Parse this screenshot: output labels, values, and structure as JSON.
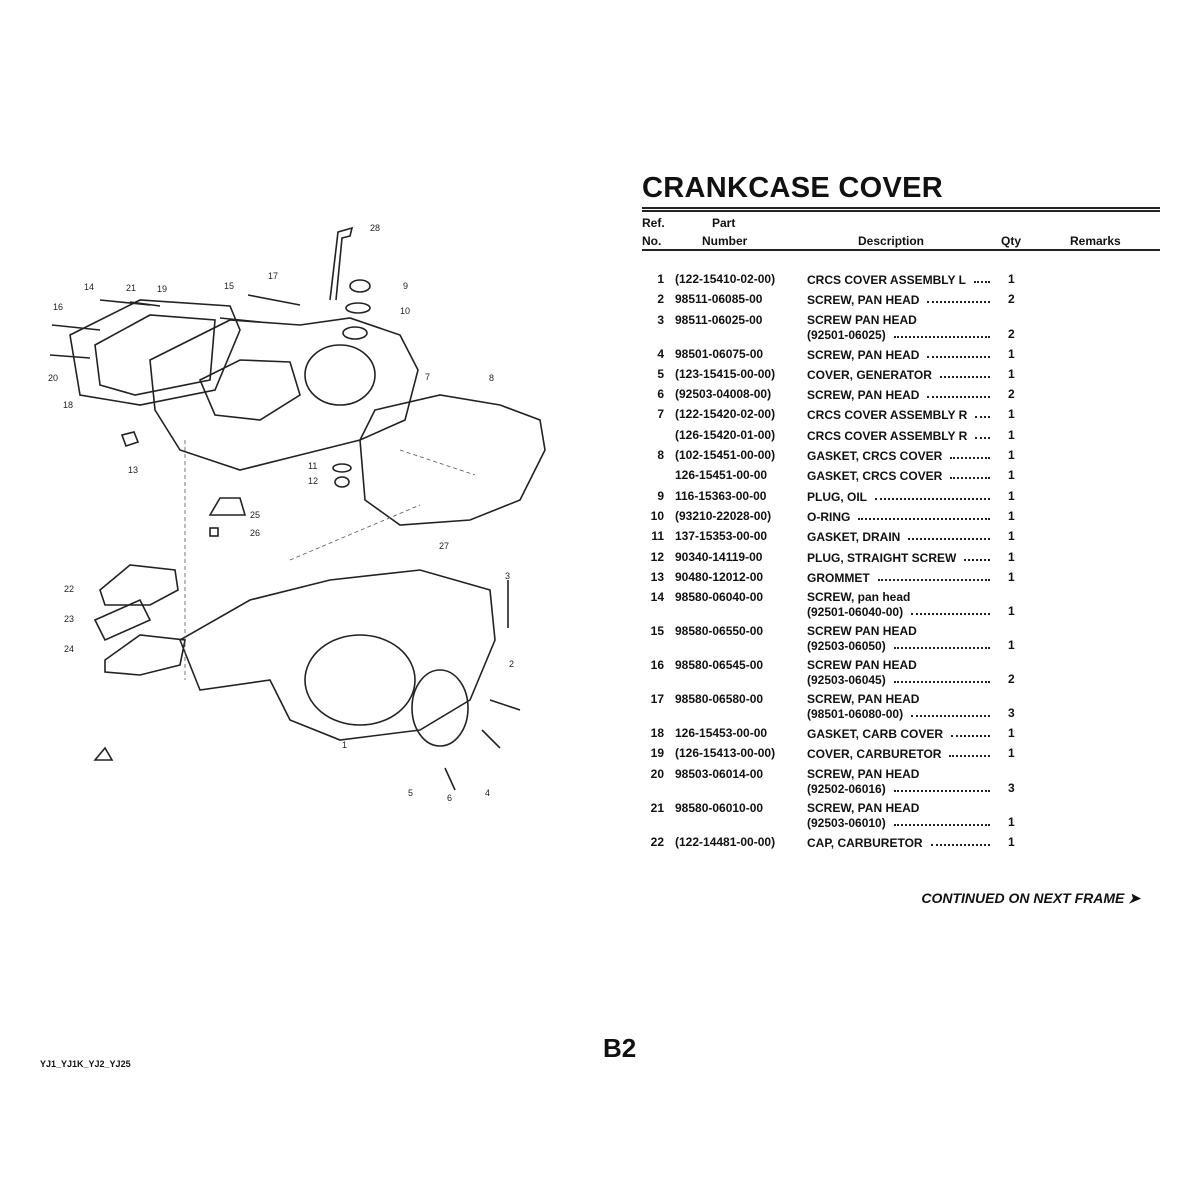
{
  "title": "CRANKCASE COVER",
  "headers": {
    "ref_1": "Ref.",
    "ref_2": "No.",
    "part_1": "Part",
    "part_2": "Number",
    "description": "Description",
    "qty": "Qty",
    "remarks": "Remarks"
  },
  "rows": [
    {
      "ref": "1",
      "part": "(122-15410-02-00)",
      "desc": "CRCS COVER ASSEMBLY L",
      "qty": "1"
    },
    {
      "ref": "2",
      "part": "98511-06085-00",
      "desc": "SCREW, PAN HEAD",
      "qty": "2"
    },
    {
      "ref": "3",
      "part": "98511-06025-00",
      "desc": "SCREW PAN HEAD",
      "desc2": "(92501-06025)",
      "qty": "2"
    },
    {
      "ref": "4",
      "part": "98501-06075-00",
      "desc": "SCREW, PAN HEAD",
      "qty": "1"
    },
    {
      "ref": "5",
      "part": "(123-15415-00-00)",
      "desc": "COVER, GENERATOR",
      "qty": "1"
    },
    {
      "ref": "6",
      "part": "(92503-04008-00)",
      "desc": "SCREW, PAN HEAD",
      "qty": "2"
    },
    {
      "ref": "7",
      "part": "(122-15420-02-00)",
      "desc": "CRCS COVER ASSEMBLY R",
      "qty": "1"
    },
    {
      "ref": "",
      "part": "(126-15420-01-00)",
      "desc": "CRCS COVER ASSEMBLY R",
      "qty": "1"
    },
    {
      "ref": "8",
      "part": "(102-15451-00-00)",
      "desc": "GASKET, CRCS COVER",
      "qty": "1"
    },
    {
      "ref": "",
      "part": "126-15451-00-00",
      "desc": "GASKET, CRCS COVER",
      "qty": "1"
    },
    {
      "ref": "9",
      "part": "116-15363-00-00",
      "desc": "PLUG, OIL",
      "qty": "1"
    },
    {
      "ref": "10",
      "part": "(93210-22028-00)",
      "desc": "O-RING",
      "qty": "1"
    },
    {
      "ref": "11",
      "part": "137-15353-00-00",
      "desc": "GASKET, DRAIN",
      "qty": "1"
    },
    {
      "ref": "12",
      "part": "90340-14119-00",
      "desc": "PLUG, STRAIGHT SCREW",
      "qty": "1"
    },
    {
      "ref": "13",
      "part": "90480-12012-00",
      "desc": "GROMMET",
      "qty": "1"
    },
    {
      "ref": "14",
      "part": "98580-06040-00",
      "desc": "SCREW, pan head",
      "desc2": "(92501-06040-00)",
      "qty": "1"
    },
    {
      "ref": "15",
      "part": "98580-06550-00",
      "desc": "SCREW PAN HEAD",
      "desc2": "(92503-06050)",
      "qty": "1"
    },
    {
      "ref": "16",
      "part": "98580-06545-00",
      "desc": "SCREW PAN HEAD",
      "desc2": "(92503-06045)",
      "qty": "2"
    },
    {
      "ref": "17",
      "part": "98580-06580-00",
      "desc": "SCREW, PAN HEAD",
      "desc2": "(98501-06080-00)",
      "qty": "3"
    },
    {
      "ref": "18",
      "part": "126-15453-00-00",
      "desc": "GASKET, CARB COVER",
      "qty": "1"
    },
    {
      "ref": "19",
      "part": "(126-15413-00-00)",
      "desc": "COVER, CARBURETOR",
      "qty": "1"
    },
    {
      "ref": "20",
      "part": "98503-06014-00",
      "desc": "SCREW, PAN HEAD",
      "desc2": "(92502-06016)",
      "qty": "3"
    },
    {
      "ref": "21",
      "part": "98580-06010-00",
      "desc": "SCREW, PAN HEAD",
      "desc2": "(92503-06010)",
      "qty": "1"
    },
    {
      "ref": "22",
      "part": "(122-14481-00-00)",
      "desc": "CAP, CARBURETOR",
      "qty": "1"
    }
  ],
  "continued": "CONTINUED ON NEXT FRAME ➤",
  "page_number": "B2",
  "footer_models": "YJ1_YJ1K_YJ2_YJ25",
  "diagram_callouts": [
    "28",
    "9",
    "10",
    "17",
    "14",
    "21",
    "19",
    "15",
    "16",
    "20",
    "18",
    "7",
    "8",
    "13",
    "11",
    "12",
    "25",
    "26",
    "27",
    "3",
    "22",
    "23",
    "24",
    "2",
    "1",
    "5",
    "6",
    "4"
  ]
}
